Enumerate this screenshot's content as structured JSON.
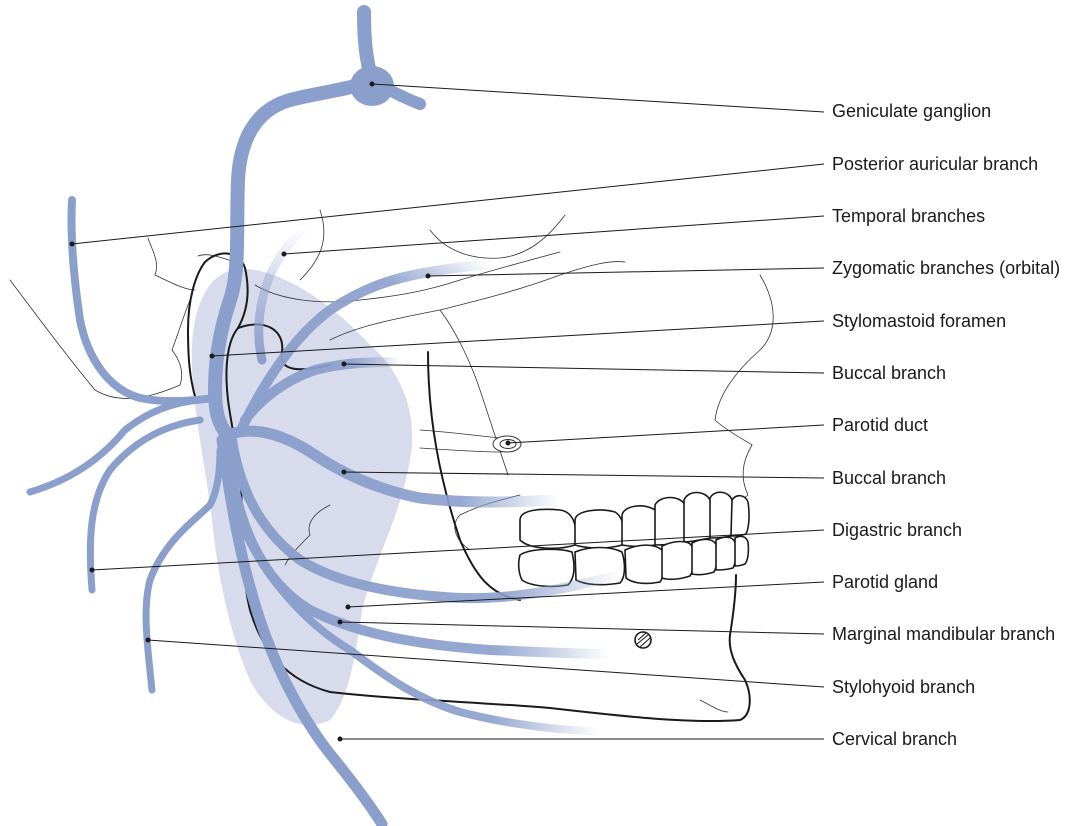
{
  "colors": {
    "nerve": "#8b9fcc",
    "gland": "#d7dbeb",
    "line": "#1a1a1a"
  },
  "labels": [
    {
      "id": "geniculate-ganglion",
      "text": "Geniculate ganglion"
    },
    {
      "id": "posterior-auricular-branch",
      "text": "Posterior auricular branch"
    },
    {
      "id": "temporal-branches",
      "text": "Temporal branches"
    },
    {
      "id": "zygomatic-branches",
      "text": "Zygomatic branches (orbital)"
    },
    {
      "id": "stylomastoid-foramen",
      "text": "Stylomastoid foramen"
    },
    {
      "id": "buccal-branch-upper",
      "text": "Buccal branch"
    },
    {
      "id": "parotid-duct",
      "text": "Parotid duct"
    },
    {
      "id": "buccal-branch-lower",
      "text": "Buccal branch"
    },
    {
      "id": "digastric-branch",
      "text": "Digastric branch"
    },
    {
      "id": "parotid-gland",
      "text": "Parotid gland"
    },
    {
      "id": "marginal-mandibular-branch",
      "text": "Marginal mandibular branch"
    },
    {
      "id": "stylohyoid-branch",
      "text": "Stylohyoid branch"
    },
    {
      "id": "cervical-branch",
      "text": "Cervical branch"
    }
  ]
}
